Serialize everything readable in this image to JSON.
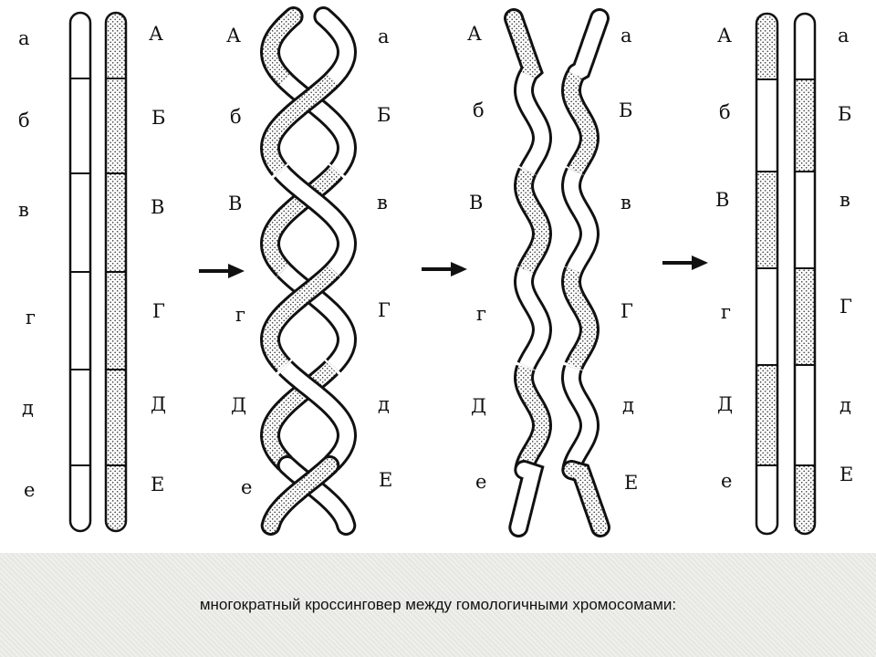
{
  "stage1": {
    "left": [
      "а",
      "б",
      "в",
      "г",
      "д",
      "е"
    ],
    "right": [
      "А",
      "Б",
      "В",
      "Г",
      "Д",
      "Е"
    ]
  },
  "stage2": {
    "left": [
      "А",
      "б",
      "В",
      "г",
      "Д",
      "е"
    ],
    "right": [
      "а",
      "Б",
      "в",
      "Г",
      "д",
      "Е"
    ]
  },
  "stage3": {
    "left": [
      "А",
      "б",
      "В",
      "г",
      "Д",
      "е"
    ],
    "right": [
      "а",
      "Б",
      "в",
      "Г",
      "д",
      "Е"
    ]
  },
  "stage4": {
    "left": [
      "А",
      "б",
      "В",
      "г",
      "Д",
      "е"
    ],
    "right": [
      "а",
      "Б",
      "в",
      "Г",
      "д",
      "Е"
    ]
  },
  "caption": "многократный кроссинговер между гомологичными хромосомами:",
  "colors": {
    "stroke": "#111111",
    "dot": "#333333",
    "background": "#ffffff"
  }
}
